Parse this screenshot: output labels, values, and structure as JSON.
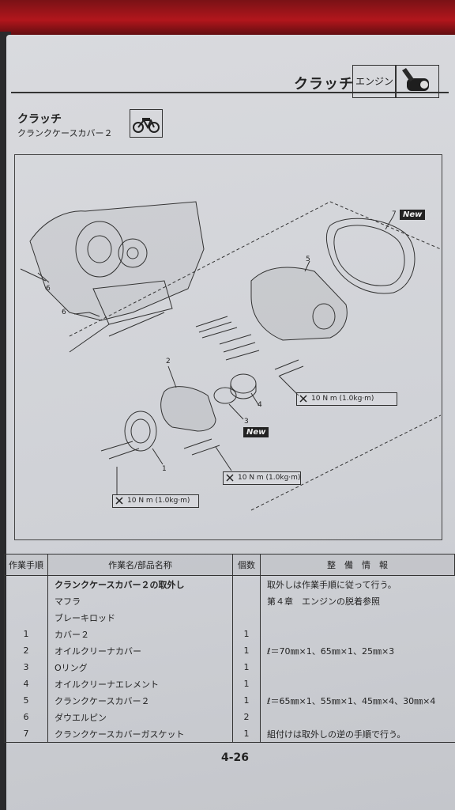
{
  "header": {
    "title": "クラッチ",
    "tag": "エンジン"
  },
  "section": {
    "title": "クラッチ",
    "subtitle": "クランクケースカバー２"
  },
  "figure": {
    "callouts": [
      "7",
      "5",
      "6",
      "6",
      "2",
      "4",
      "3",
      "1"
    ],
    "new_label": "New",
    "torque_labels": [
      "10 N m (1.0kg·m)",
      "10 N m (1.0kg·m)",
      "10 N m (1.0kg·m)"
    ]
  },
  "table": {
    "headers": [
      "作業手順",
      "作業名/部品名称",
      "個数",
      "整　備　情　報"
    ],
    "rows": [
      {
        "step": "",
        "name": "クランクケースカバー２の取外し",
        "qty": "",
        "info": "取外しは作業手順に従って行う。",
        "bold": true
      },
      {
        "step": "",
        "name": "マフラ",
        "qty": "",
        "info": "第４章　エンジンの脱着参照"
      },
      {
        "step": "",
        "name": "ブレーキロッド",
        "qty": "",
        "info": ""
      },
      {
        "step": "1",
        "name": "カバー２",
        "qty": "1",
        "info": ""
      },
      {
        "step": "2",
        "name": "オイルクリーナカバー",
        "qty": "1",
        "info": "ℓ＝70㎜×1、65㎜×1、25㎜×3"
      },
      {
        "step": "3",
        "name": "Oリング",
        "qty": "1",
        "info": ""
      },
      {
        "step": "4",
        "name": "オイルクリーナエレメント",
        "qty": "1",
        "info": ""
      },
      {
        "step": "5",
        "name": "クランクケースカバー２",
        "qty": "1",
        "info": "ℓ＝65㎜×1、55㎜×1、45㎜×4、30㎜×4"
      },
      {
        "step": "6",
        "name": "ダウエルピン",
        "qty": "2",
        "info": ""
      },
      {
        "step": "7",
        "name": "クランクケースカバーガスケット",
        "qty": "1",
        "info": "組付けは取外しの逆の手順で行う。"
      }
    ]
  },
  "page_number": "4-26"
}
